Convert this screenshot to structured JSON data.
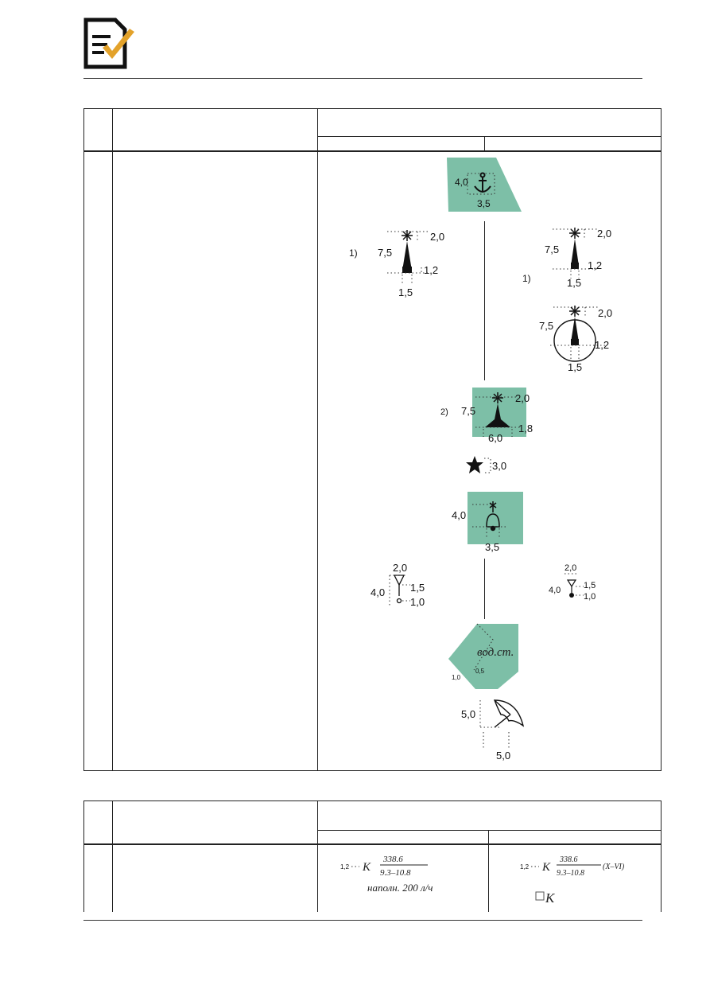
{
  "icons": {
    "logo": "document-check-icon"
  },
  "colors": {
    "chart_green": "#7dbfa7",
    "check_orange": "#e3a22a"
  },
  "table1": {
    "fig_anchorage": {
      "dim_h": "4,0",
      "dim_w": "3,5"
    },
    "fig_beacon_left": {
      "index": "1)",
      "top": "2,0",
      "height": "7,5",
      "right": "1,2",
      "bottom": "1,5"
    },
    "fig_beacon_right": {
      "index": "1)",
      "top": "2,0",
      "height": "7,5",
      "right": "1,2",
      "bottom": "1,5"
    },
    "fig_beacon_circle": {
      "top": "2,0",
      "height": "7,5",
      "right": "1,2",
      "bottom": "1,5"
    },
    "fig_lighthouse": {
      "index": "2)",
      "top": "2,0",
      "height": "7,5",
      "right": "1,8",
      "bottom": "6,0"
    },
    "fig_star": {
      "size": "3,0"
    },
    "fig_bell": {
      "height": "4,0",
      "width": "3,5"
    },
    "fig_sign_left": {
      "top": "2,0",
      "left": "4,0",
      "right_top": "1,5",
      "right_bottom": "1,0"
    },
    "fig_sign_right": {
      "top": "2,0",
      "left": "4,0",
      "right_top": "1,5",
      "right_bottom": "1,0"
    },
    "fig_water_tower": {
      "label": "вод.ст.",
      "dim_a": "1,0",
      "dim_b": "0,5"
    },
    "fig_umbrella": {
      "left": "5,0",
      "bottom": "5,0"
    }
  },
  "table2": {
    "cell_left": {
      "dim": "1,2",
      "letter": "К",
      "numerator": "338.6",
      "denominator": "9.3–10.8",
      "note": "наполн. 200 л/ч"
    },
    "cell_right": {
      "dim": "1,2",
      "letter": "К",
      "numerator": "338.6",
      "denominator": "9.3–10.8",
      "months": "(X–VI)",
      "box_letter": "К"
    }
  }
}
